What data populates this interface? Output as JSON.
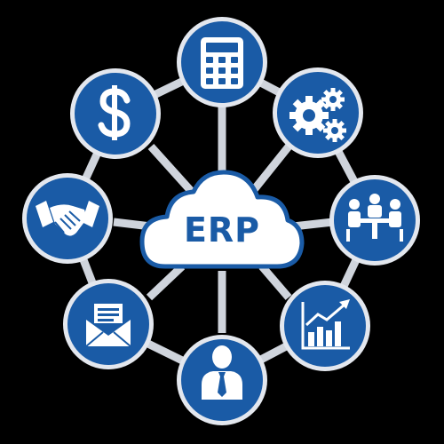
{
  "diagram": {
    "center_label": "ERP",
    "colors": {
      "node_fill": "#1a5ba6",
      "ring": "#e3e7ee",
      "connector": "#cfd4dc",
      "cloud_fill": "#ffffff",
      "cloud_stroke": "#1a5ba6",
      "icon": "#ffffff",
      "background": "#000000"
    },
    "nodes": [
      {
        "id": "calculator",
        "icon": "calculator-icon"
      },
      {
        "id": "gears",
        "icon": "gears-icon"
      },
      {
        "id": "team-meeting",
        "icon": "team-meeting-icon"
      },
      {
        "id": "growth-chart",
        "icon": "bar-chart-growth-icon"
      },
      {
        "id": "person",
        "icon": "businessman-icon"
      },
      {
        "id": "mail",
        "icon": "envelope-icon"
      },
      {
        "id": "handshake",
        "icon": "handshake-icon"
      },
      {
        "id": "dollar",
        "icon": "dollar-icon"
      }
    ]
  }
}
